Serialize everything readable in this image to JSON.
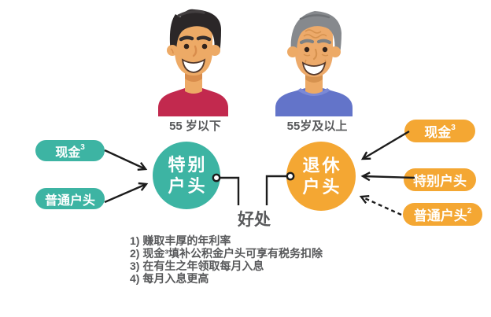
{
  "people": {
    "young": {
      "age_label": "55 岁以下"
    },
    "old": {
      "age_label": "55岁及以上"
    }
  },
  "accounts": {
    "special": {
      "line1": "特别",
      "line2": "户头"
    },
    "retirement": {
      "line1": "退休",
      "line2": "户头"
    }
  },
  "special_inflows": {
    "cash": {
      "label": "现金",
      "sup": "3"
    },
    "ordinary": {
      "label": "普通户头"
    }
  },
  "retirement_inflows": {
    "cash": {
      "label": "现金",
      "sup": "3"
    },
    "special": {
      "label": "特别户头"
    },
    "ordinary": {
      "label": "普通户头",
      "sup": "2"
    }
  },
  "benefits": {
    "title": "好处",
    "item1": "1) 赚取丰厚的年利率",
    "item2": "2) 现金³填补公积金户头可享有税务扣除",
    "item3": "3) 在有生之年领取每月入息",
    "item4": "4) 每月入息更高"
  },
  "colors": {
    "teal": "#3db4a3",
    "orange": "#f4a733",
    "arrow": "#1c1c1c",
    "text": "#58595b",
    "young_shirt": "#c2294e",
    "old_shirt": "#6374c9",
    "skin": "#edaa66",
    "young_hair": "#2b2728",
    "old_hair": "#86898d"
  }
}
